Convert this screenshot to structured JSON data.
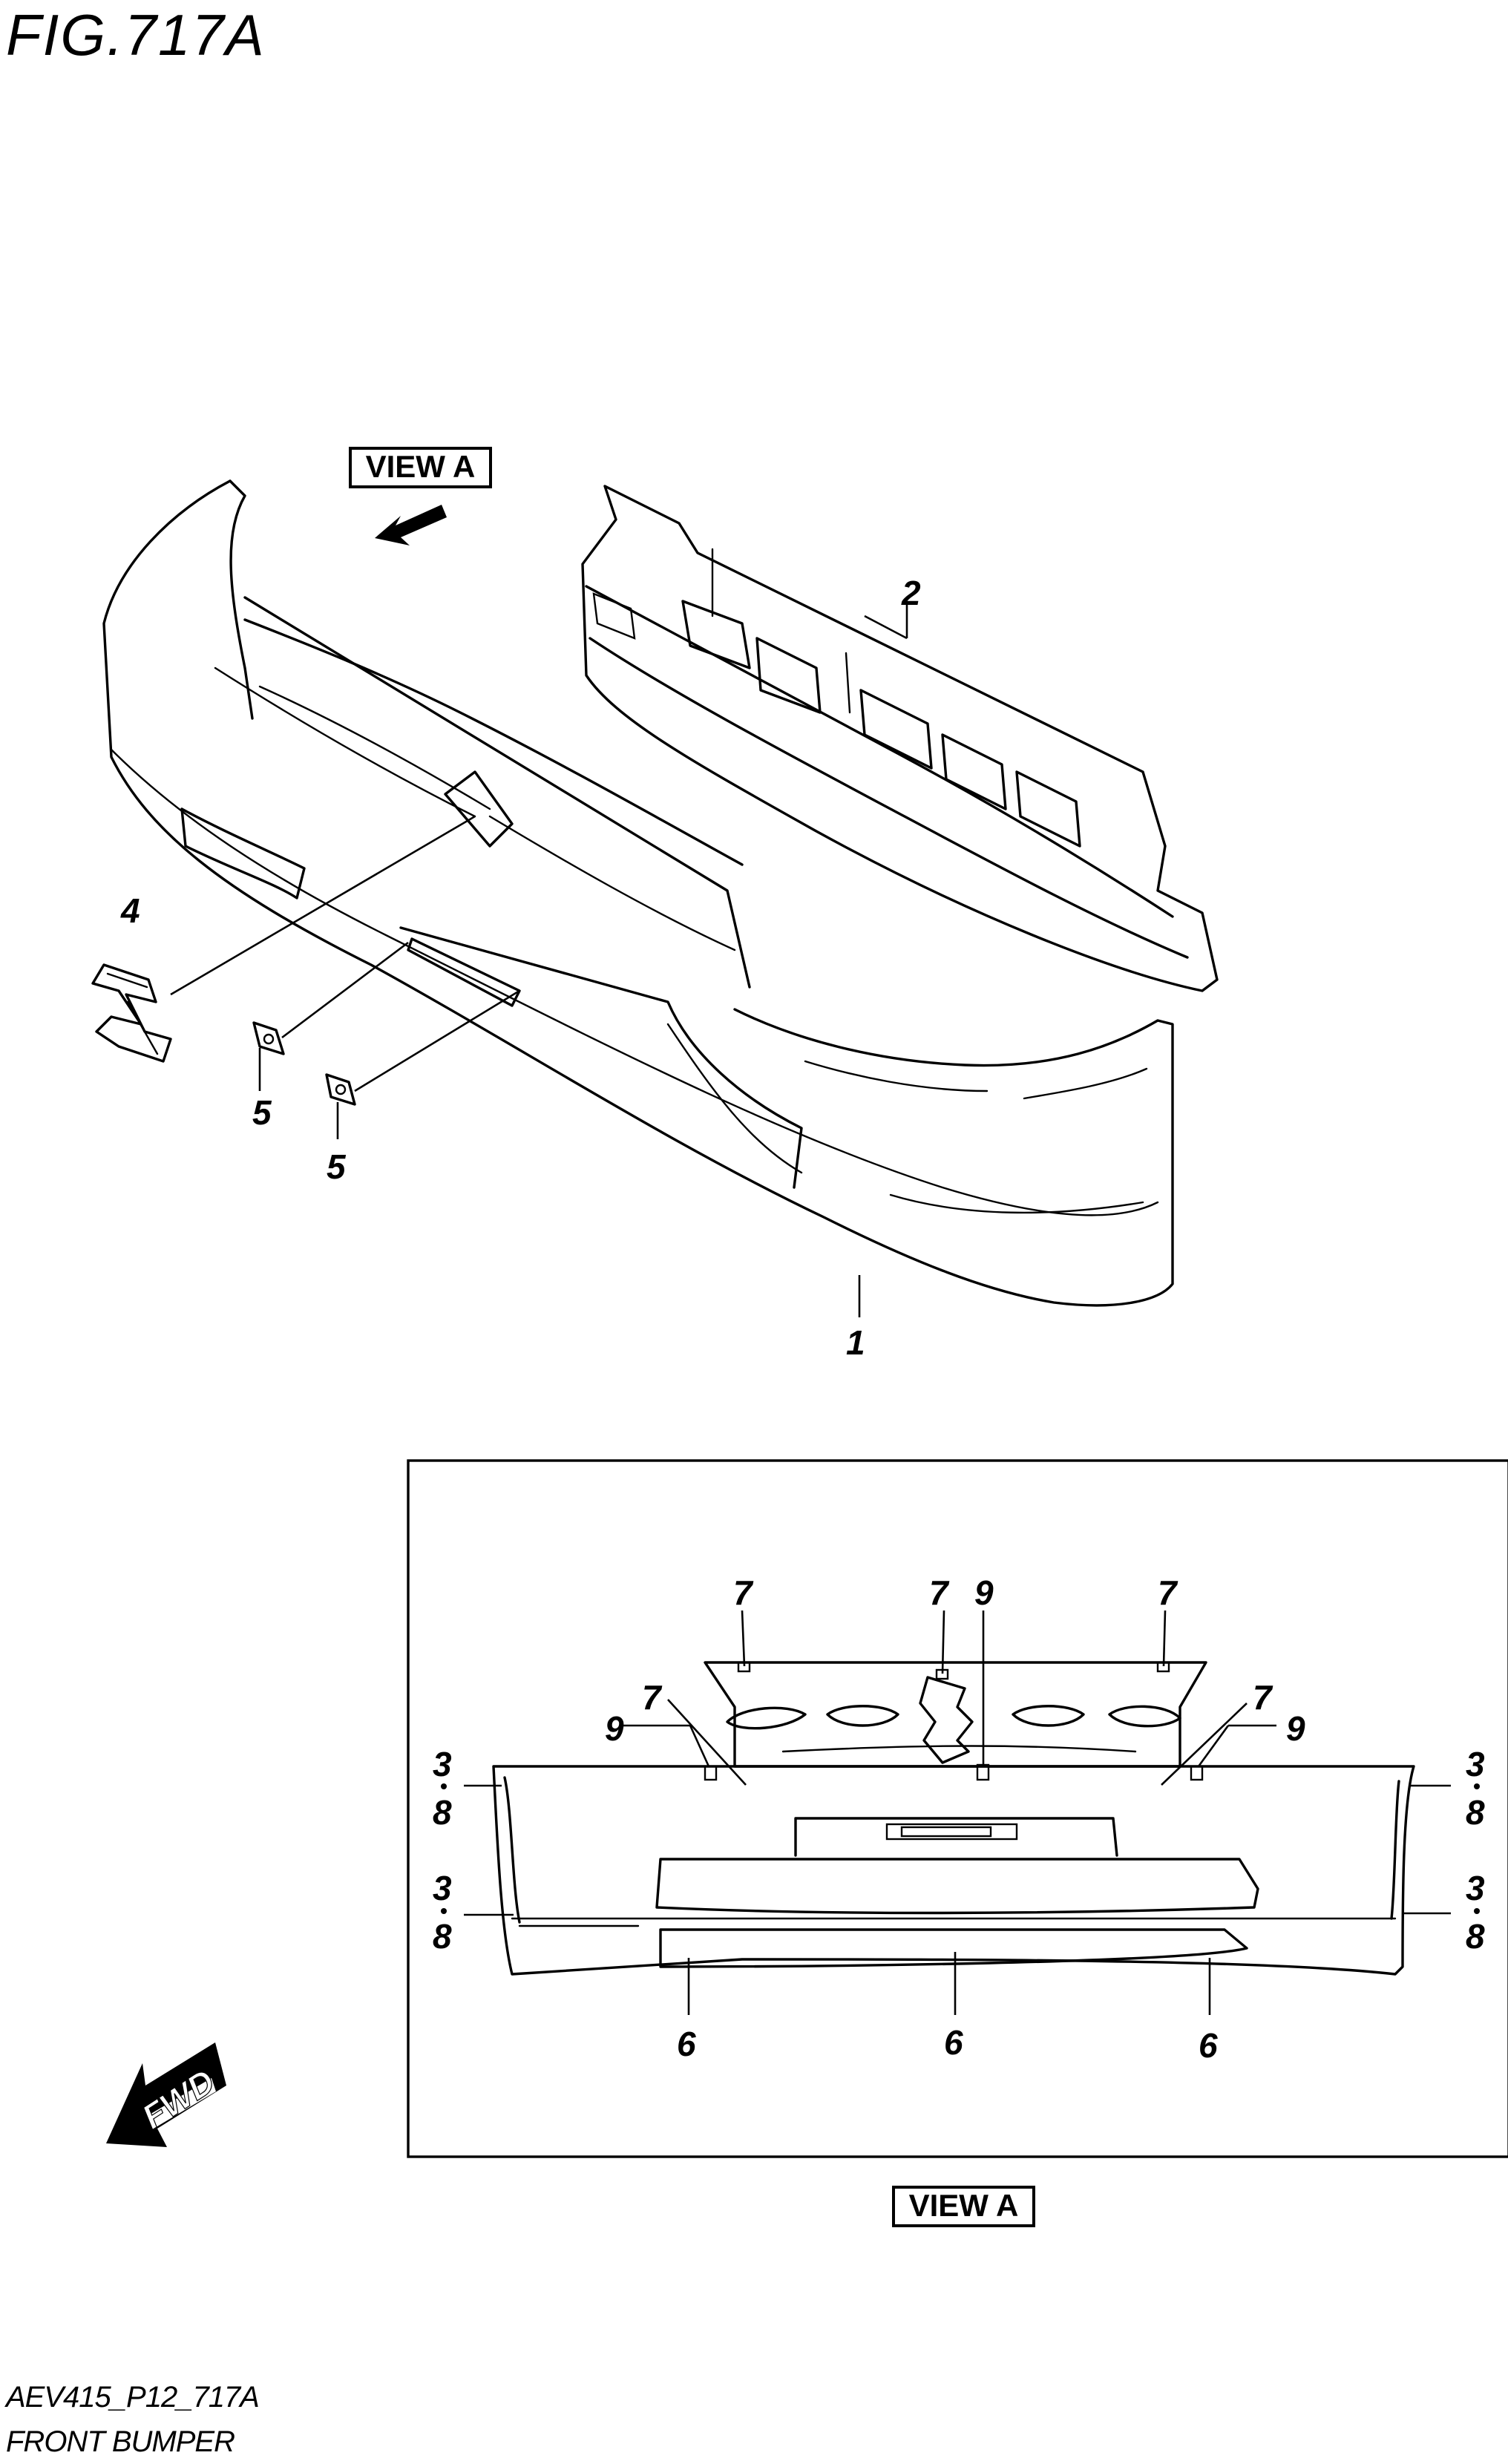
{
  "figure": {
    "title": "FIG.717A"
  },
  "view_labels": {
    "top": "VIEW A",
    "bottom": "VIEW A"
  },
  "callouts": {
    "c1": "1",
    "c2": "2",
    "c4": "4",
    "c5a": "5",
    "c5b": "5",
    "v7a": "7",
    "v7b": "7",
    "v9a": "9",
    "v7c": "7",
    "v7d": "7",
    "v9b": "9",
    "v7e": "7",
    "v9c": "9",
    "v3a": "3",
    "v8a": "8",
    "v3b": "3",
    "v8b": "8",
    "v3c": "3",
    "v8c": "8",
    "v3d": "3",
    "v8d": "8",
    "v6a": "6",
    "v6b": "6",
    "v6c": "6"
  },
  "fwd_arrow": {
    "label": "FWD"
  },
  "footer": {
    "code": "AEV415_P12_717A",
    "name": "FRONT BUMPER"
  },
  "icons": [
    "view-direction-arrow-icon",
    "fwd-arrow-icon"
  ]
}
